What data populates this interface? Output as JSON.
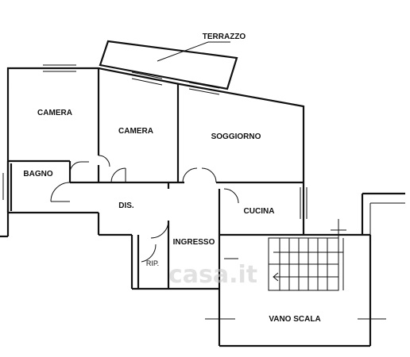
{
  "rooms": {
    "terrazzo": "TERRAZZO",
    "camera_left": "CAMERA",
    "camera_mid": "CAMERA",
    "soggiorno": "SOGGIORNO",
    "bagno": "BAGNO",
    "dis": "DIS.",
    "cucina": "CUCINA",
    "ingresso": "INGRESSO",
    "rip": "RIP.",
    "vano_scala": "VANO SCALA"
  },
  "watermark": "casa.it"
}
